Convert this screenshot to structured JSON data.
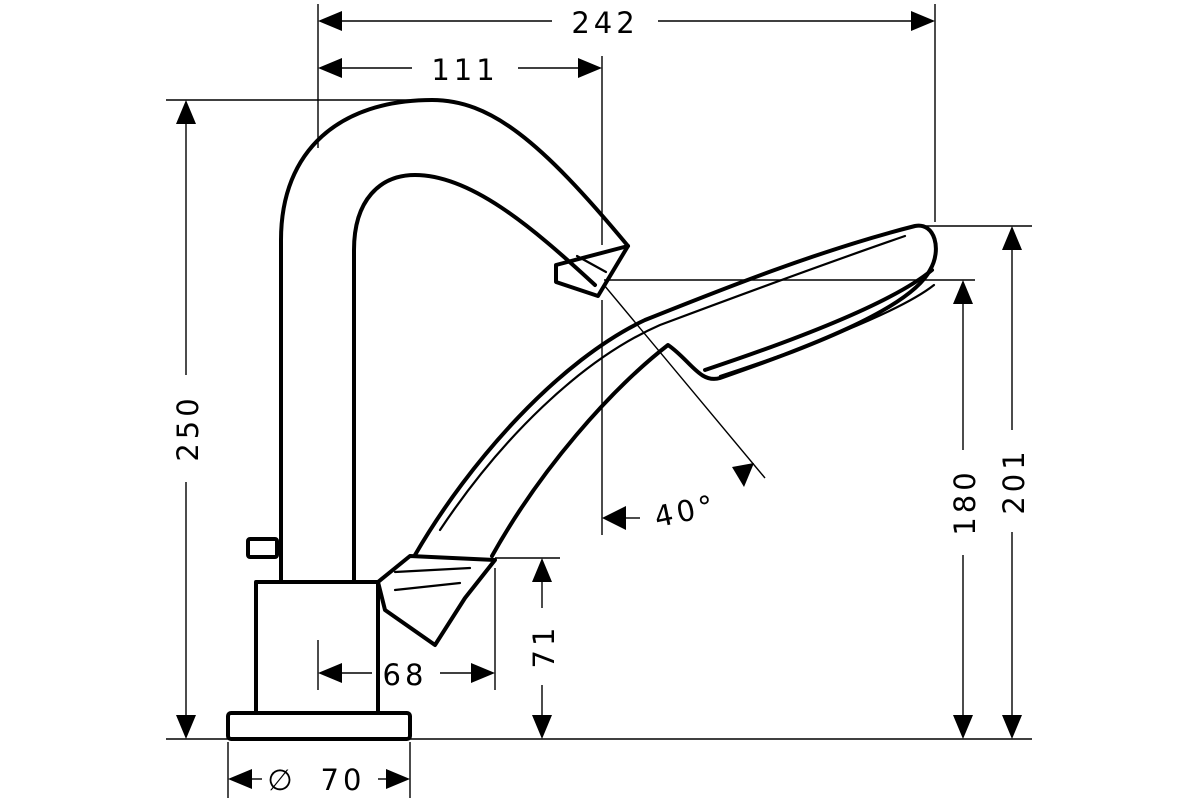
{
  "dimensions": {
    "total_width": "242",
    "spout_reach": "111",
    "total_height": "250",
    "hand_shower_height_outer": "201",
    "hand_shower_height_inner": "180",
    "angle": "40°",
    "holder_height": "71",
    "holder_offset": "68",
    "base_diameter_symbol": "∅",
    "base_diameter": "70"
  }
}
